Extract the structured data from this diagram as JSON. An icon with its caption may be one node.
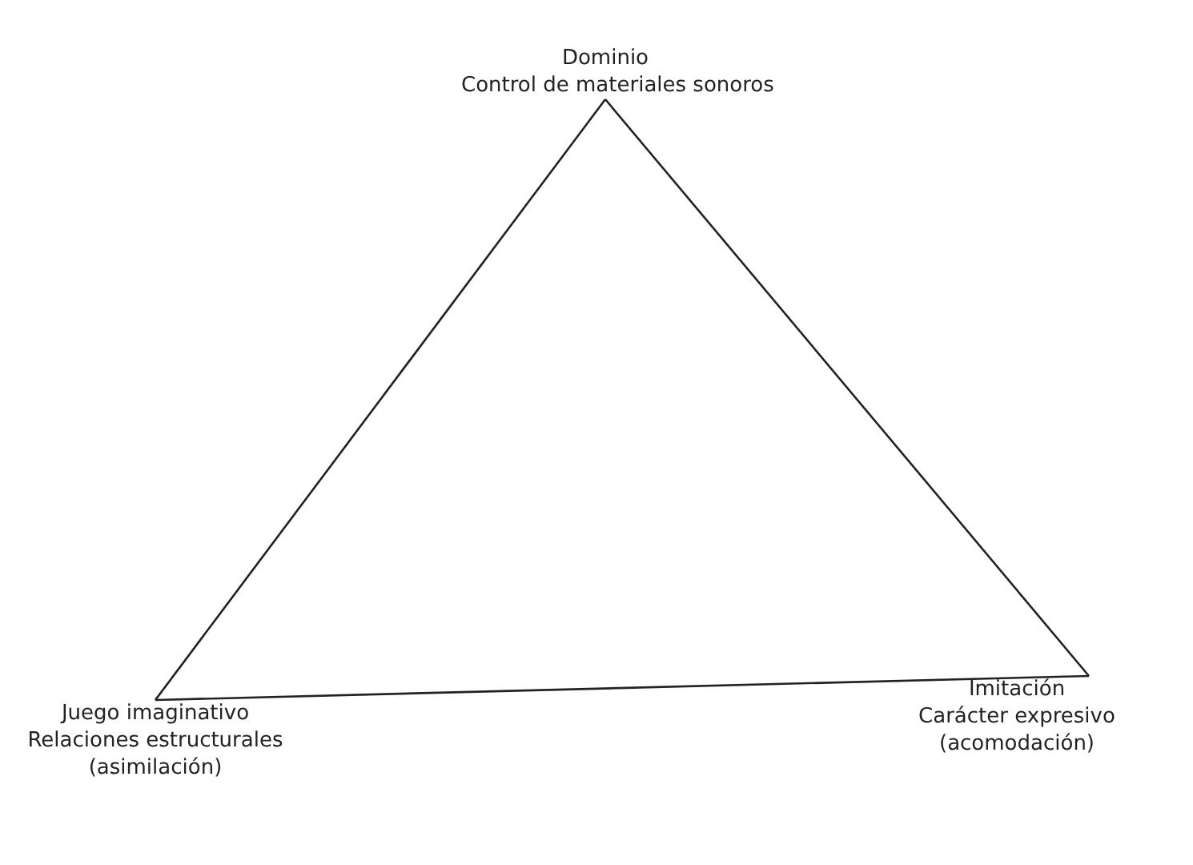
{
  "diagram": {
    "nodes": [
      {
        "text": [
          "Dominio",
          "Control de materiales sonoros"
        ]
      },
      {
        "text": [
          "Juego imaginativo",
          "Relaciones estructurales",
          "(asimilación)"
        ]
      },
      {
        "text": [
          "Imitación",
          "Carácter expresivo",
          "(acomodación)"
        ]
      }
    ],
    "edges": [
      {
        "from": 0,
        "to": 1,
        "arrow": "none"
      },
      {
        "from": 1,
        "to": 2,
        "arrow": "none"
      },
      {
        "from": 2,
        "to": 0,
        "arrow": "none"
      }
    ]
  }
}
